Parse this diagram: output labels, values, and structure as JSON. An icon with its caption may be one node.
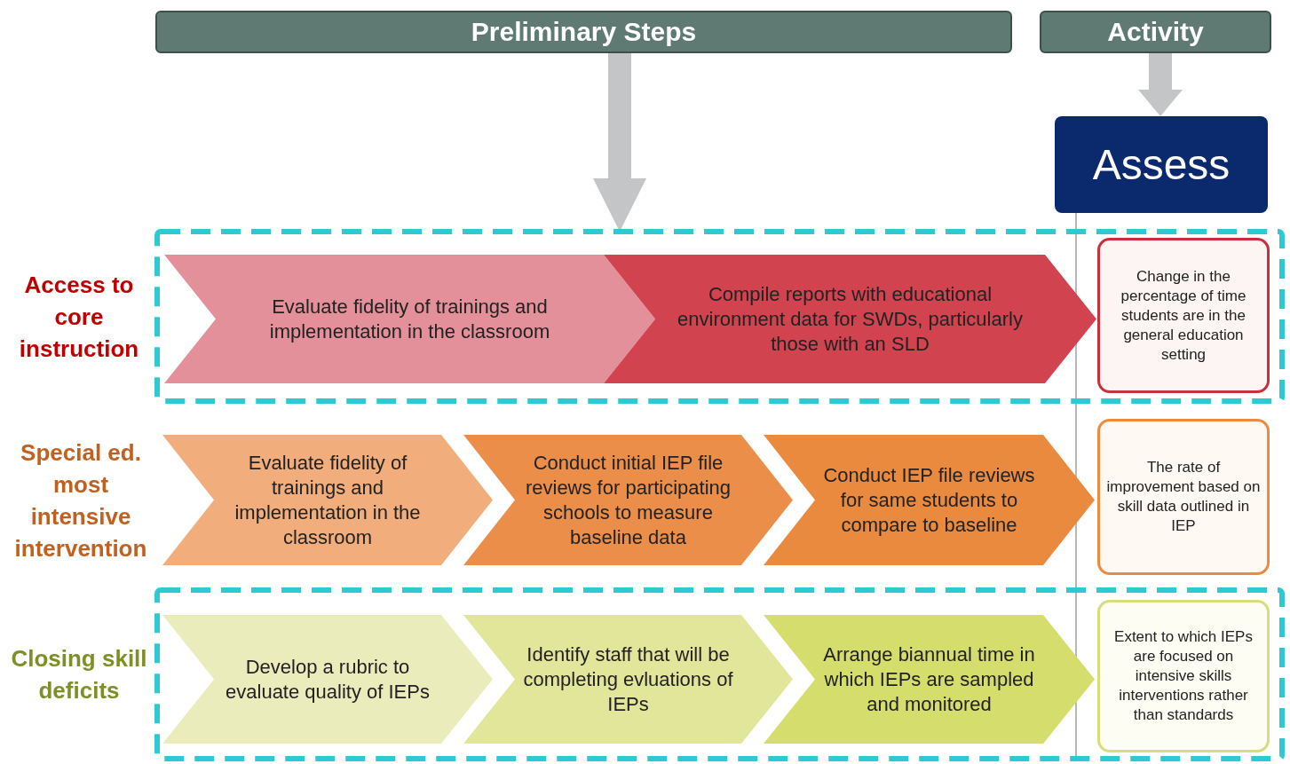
{
  "diagram": {
    "nodes": [
      {
        "text": [
          "Preliminary Steps"
        ]
      },
      {
        "text": [
          "Activity"
        ]
      },
      {
        "text": [
          "Assess"
        ]
      },
      {
        "text": [
          "Access to core instruction"
        ]
      },
      {
        "text": [
          "Evaluate fidelity of trainings and implementation in the classroom"
        ],
        "in": 3
      },
      {
        "text": [
          "Compile reports with educational environment data for SWDs, particularly those with an SLD"
        ],
        "in": 3
      },
      {
        "text": [
          "Change in the percentage of time students are in the general education setting"
        ],
        "in": 3
      },
      {
        "text": [
          "Evaluate fidelity of trainings and implementation in the classroom"
        ]
      },
      {
        "text": [
          "Conduct initial IEP file reviews for participating schools to measure baseline data"
        ]
      },
      {
        "text": [
          "Conduct IEP file reviews for same students to compare to baseline"
        ]
      },
      {
        "text": [
          "The rate of improvement based on skill data outlined in IEP"
        ]
      },
      {
        "text": [
          "Closing skill deficits"
        ]
      },
      {
        "text": [
          "Develop a rubric to evaluate quality of IEPs"
        ],
        "in": 11
      },
      {
        "text": [
          "Identify staff that will be completing evluations of IEPs"
        ],
        "in": 11
      },
      {
        "text": [
          "Arrange biannual time in which IEPs are sampled and monitored"
        ],
        "in": 11
      },
      {
        "text": [
          "Extent to which IEPs are focused on intensive skills interventions rather than standards"
        ],
        "in": 11
      }
    ],
    "edges": [
      {
        "from": 0,
        "to": 3,
        "arrow": "to"
      },
      {
        "from": 1,
        "to": 2,
        "arrow": "to"
      }
    ],
    "labels": [
      "Special ed. most intensive intervention"
    ]
  }
}
